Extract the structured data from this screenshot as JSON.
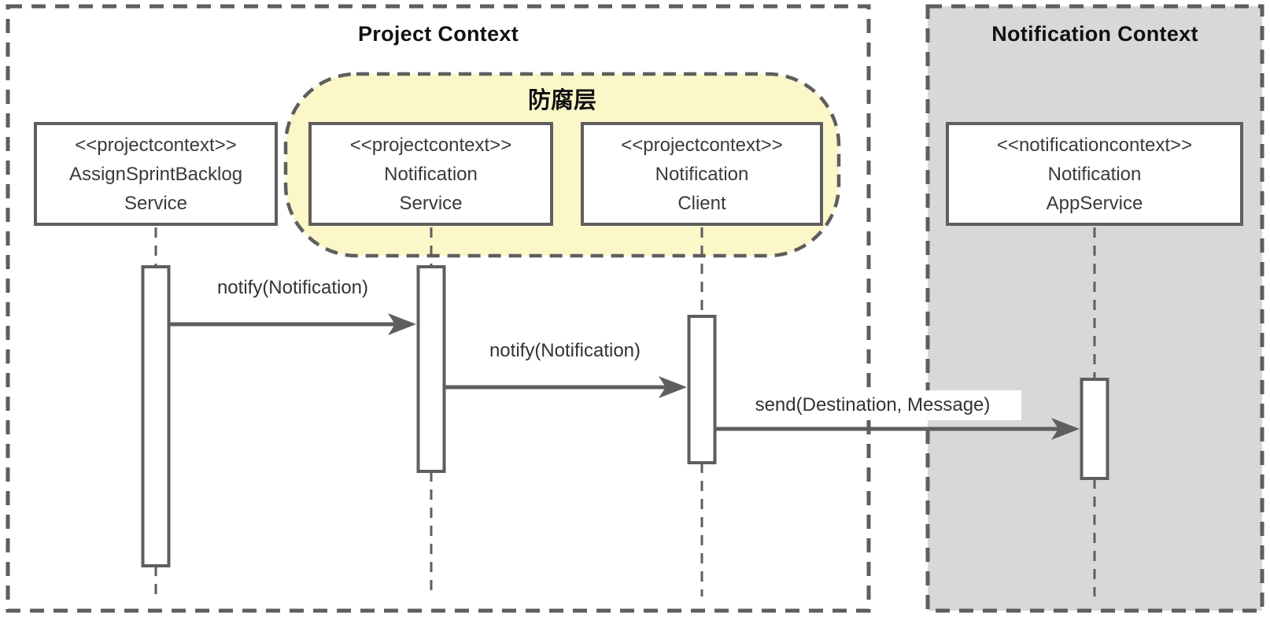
{
  "diagram": {
    "kind": "uml-sequence-diagram",
    "contexts": {
      "project": {
        "title": "Project Context"
      },
      "notification": {
        "title": "Notification Context"
      }
    },
    "acl": {
      "label": "防腐层"
    },
    "participants": [
      {
        "stereotype": "<<projectcontext>>",
        "line1": "AssignSprintBacklog",
        "line2": "Service"
      },
      {
        "stereotype": "<<projectcontext>>",
        "line1": "Notification",
        "line2": "Service"
      },
      {
        "stereotype": "<<projectcontext>>",
        "line1": "Notification",
        "line2": "Client"
      },
      {
        "stereotype": "<<notificationcontext>>",
        "line1": "Notification",
        "line2": "AppService"
      }
    ],
    "messages": [
      {
        "label": "notify(Notification)",
        "from": "AssignSprintBacklog Service",
        "to": "Notification Service"
      },
      {
        "label": "notify(Notification)",
        "from": "Notification Service",
        "to": "Notification Client"
      },
      {
        "label": "send(Destination, Message)",
        "from": "Notification Client",
        "to": "Notification AppService"
      }
    ],
    "colors": {
      "line": "#5e5e5e",
      "acl_fill": "#fbf7c9",
      "notification_fill": "#d8d8d8",
      "participant_fill": "#ffffff",
      "text": "#333333"
    }
  }
}
